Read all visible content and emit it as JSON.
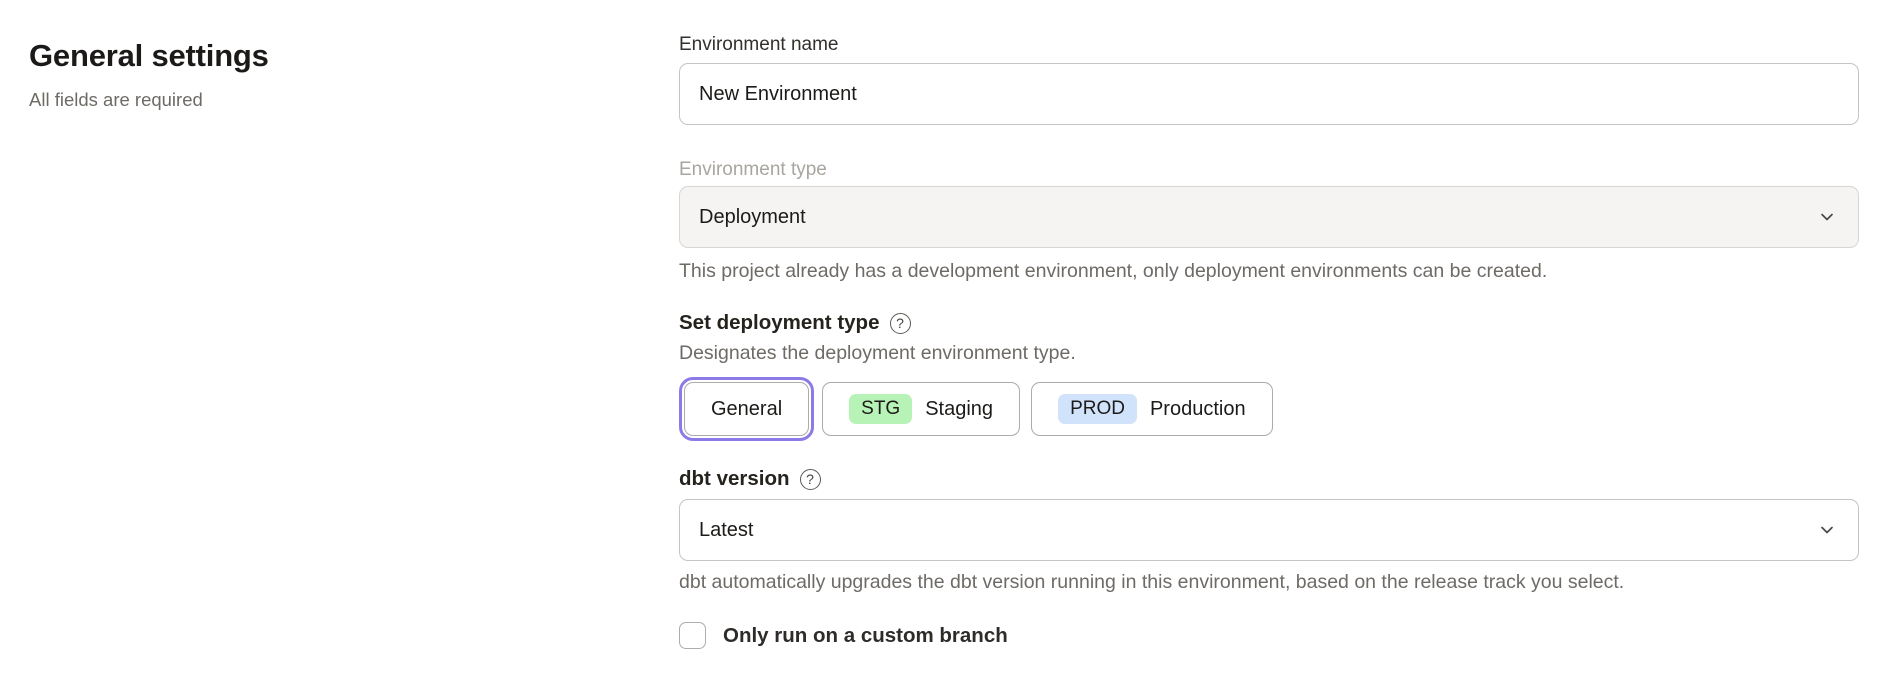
{
  "page": {
    "title": "General settings",
    "subtitle": "All fields are required"
  },
  "form": {
    "environment_name": {
      "label": "Environment name",
      "value": "New Environment"
    },
    "environment_type": {
      "label": "Environment type",
      "value": "Deployment",
      "disabled": true,
      "helper": "This project already has a development environment, only deployment environments can be created."
    },
    "deployment_type": {
      "label": "Set deployment type",
      "description": "Designates the deployment environment type.",
      "options": [
        {
          "label": "General",
          "selected": true
        },
        {
          "badge": "STG",
          "label": "Staging",
          "selected": false
        },
        {
          "badge": "PROD",
          "label": "Production",
          "selected": false
        }
      ]
    },
    "dbt_version": {
      "label": "dbt version",
      "value": "Latest",
      "helper": "dbt automatically upgrades the dbt version running in this environment, based on the release track you select."
    },
    "custom_branch": {
      "label": "Only run on a custom branch",
      "checked": false
    }
  },
  "icons": {
    "help": "?",
    "chevron_down": "chevron-down"
  },
  "colors": {
    "accent_ring": "#8b7ae8",
    "staging_badge": "#b7f2b6",
    "production_badge": "#d0e3fb",
    "helper_text": "#6e6a66",
    "disabled_label": "#a9a5a0"
  }
}
